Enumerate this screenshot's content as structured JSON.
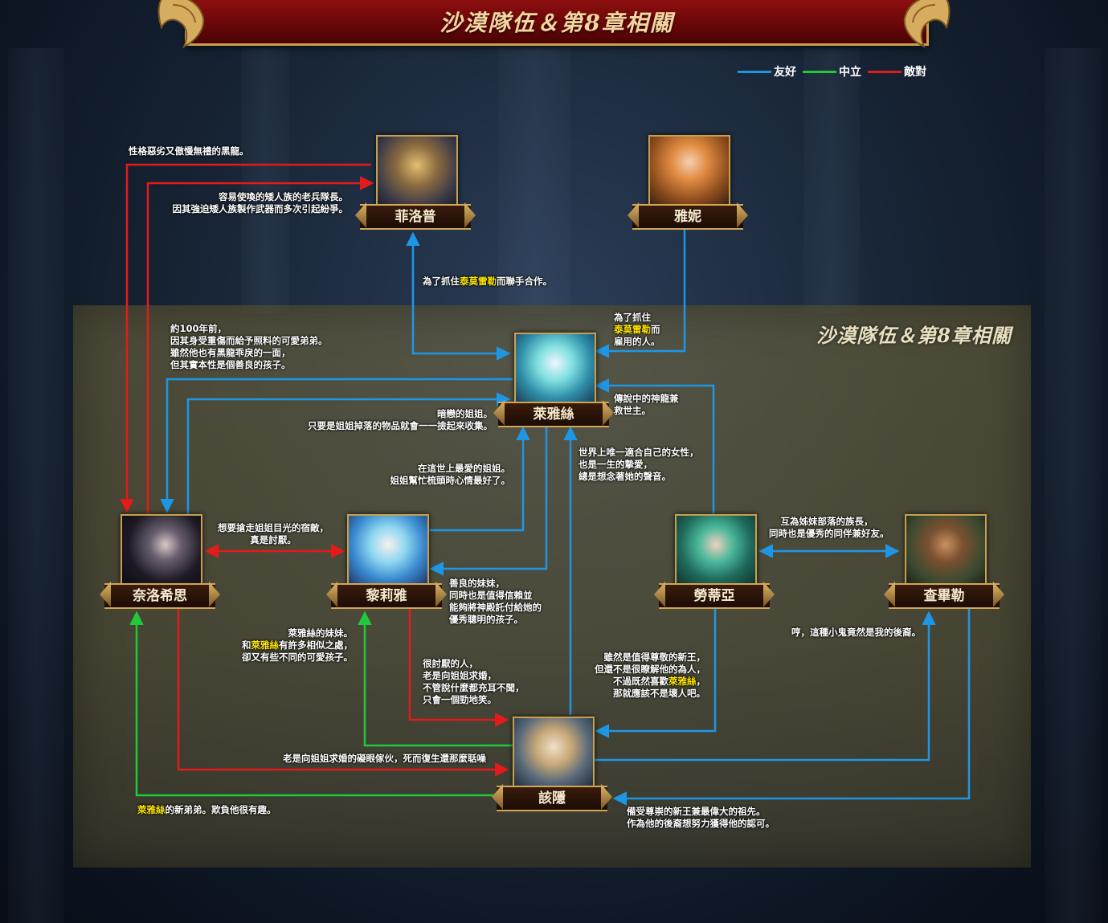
{
  "banner": {
    "title": "沙漠隊伍＆第8章相關"
  },
  "zone": {
    "title": "沙漠隊伍＆第8章相關"
  },
  "legend": [
    {
      "label": "友好",
      "color": "#1e96e6"
    },
    {
      "label": "中立",
      "color": "#22c93a"
    },
    {
      "label": "敵對",
      "color": "#e31b1b"
    }
  ],
  "colors": {
    "friendly": "#1e96e6",
    "neutral": "#22c93a",
    "hostile": "#e31b1b",
    "highlight": "#ffe600",
    "gold": "#c9a04d"
  },
  "characters": {
    "philip": {
      "name": "菲洛普"
    },
    "yani": {
      "name": "雅妮"
    },
    "laiyasi": {
      "name": "萊雅絲"
    },
    "naluoxisi": {
      "name": "奈洛希思"
    },
    "liliya": {
      "name": "黎莉雅"
    },
    "laodiya": {
      "name": "勞蒂亞"
    },
    "chabile": {
      "name": "查畢勒"
    },
    "gaiyin": {
      "name": "該隱"
    }
  },
  "notes": {
    "n1": [
      "性格惡劣又傲慢無禮的黑龍。"
    ],
    "n2": [
      "容易使喚的矮人族的老兵隊長。",
      "因其強迫矮人族製作武器而多次引起紛爭。"
    ],
    "n3": {
      "pre": "為了抓住",
      "hl": "泰莫雷勒",
      "post": "而聯手合作。"
    },
    "n4": {
      "line1": "為了抓住",
      "hl": "泰莫雷勒",
      "post": "而",
      "line3": "雇用的人。"
    },
    "n5": [
      "約100年前，",
      "因其身受重傷而給予照料的可愛弟弟。",
      "雖然他也有黑龍乖戾的一面，",
      "但其實本性是個善良的孩子。"
    ],
    "n6": [
      "暗戀的姐姐。",
      "只要是姐姐掉落的物品就會一一撿起來收集。"
    ],
    "n7": [
      "傳說中的神龍兼",
      "救世主。"
    ],
    "n8": [
      "在這世上最愛的姐姐。",
      "姐姐幫忙梳頭時心情最好了。"
    ],
    "n9": [
      "世界上唯一適合自己的女性，",
      "也是一生的摯愛，",
      "總是想念著她的聲音。"
    ],
    "n10": [
      "想要搶走姐姐目光的宿敵，",
      "真是討厭。"
    ],
    "n11": [
      "互為姊妹部落的族長，",
      "同時也是優秀的同伴兼好友。"
    ],
    "n12": [
      "善良的妹妹，",
      "同時也是值得信賴並",
      "能夠將神殿託付給她的",
      "優秀聰明的孩子。"
    ],
    "n13": {
      "line1": "萊雅絲的妹妹。",
      "pre": "和",
      "hl": "萊雅絲",
      "post": "有許多相似之處，",
      "line3": "卻又有些不同的可愛孩子。"
    },
    "n14": [
      "很討厭的人，",
      "老是向姐姐求婚，",
      "不管說什麼都充耳不聞，",
      "只會一個勁地笑。"
    ],
    "n15": {
      "line1": "雖然是值得尊敬的新王，",
      "line2": "但還不是很瞭解他的為人，",
      "pre": "不過既然喜歡",
      "hl": "萊雅絲",
      "post": "，",
      "line4": "那就應該不是壞人吧。"
    },
    "n16": [
      "哼，這種小鬼竟然是我的後裔。"
    ],
    "n17": [
      "老是向姐姐求婚的礙眼傢伙，死而復生還那麼聒噪"
    ],
    "n18": {
      "hl": "萊雅絲",
      "post": "的新弟弟。欺負他很有趣。"
    },
    "n19": [
      "備受尊崇的新王兼最偉大的祖先。",
      "作為他的後裔想努力獲得他的認可。"
    ]
  }
}
